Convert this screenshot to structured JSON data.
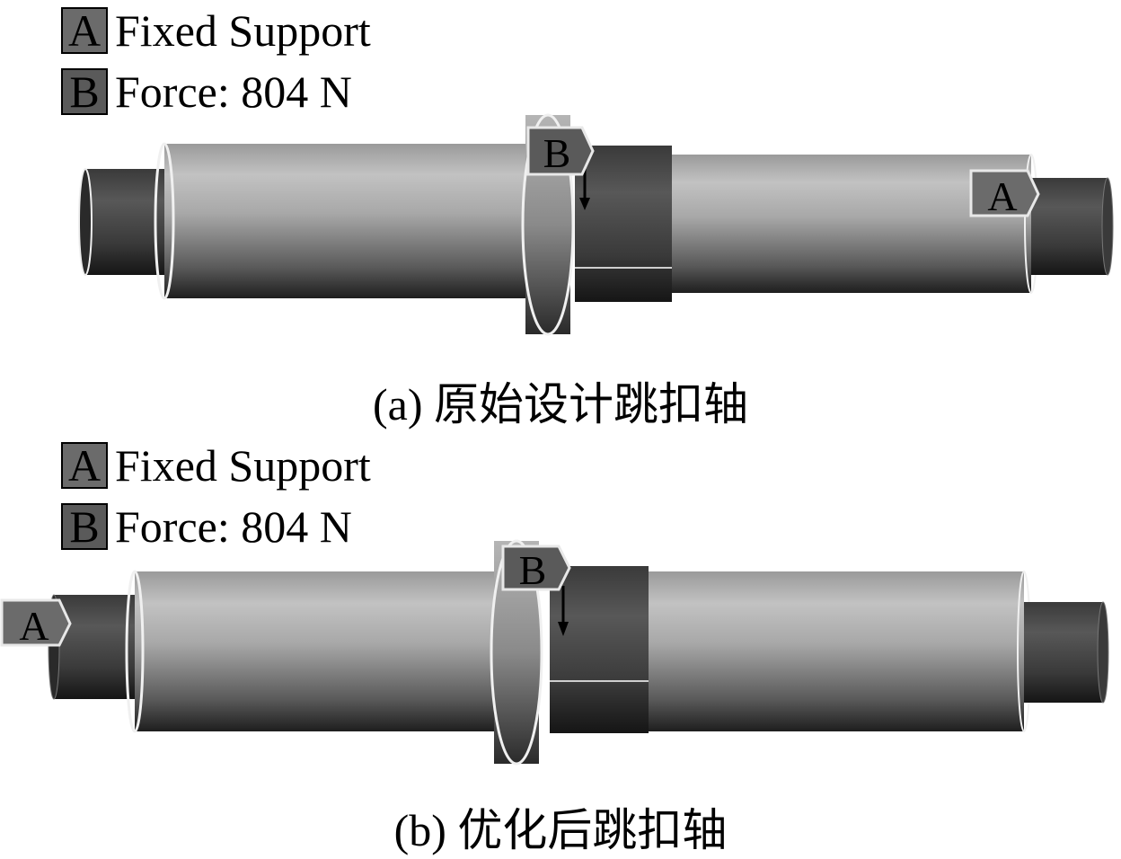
{
  "figures": [
    {
      "legend": [
        {
          "letter": "A",
          "text": "Fixed Support",
          "color": "#6b6b6b"
        },
        {
          "letter": "B",
          "text": "Force: 804 N",
          "color": "#5a5a5a"
        }
      ],
      "markers": {
        "a": "A",
        "b": "B"
      },
      "caption": "(a)  原始设计跳扣轴"
    },
    {
      "legend": [
        {
          "letter": "A",
          "text": "Fixed Support",
          "color": "#6b6b6b"
        },
        {
          "letter": "B",
          "text": "Force: 804 N",
          "color": "#5a5a5a"
        }
      ],
      "markers": {
        "a": "A",
        "b": "B"
      },
      "caption": "(b)  优化后跳扣轴"
    }
  ]
}
